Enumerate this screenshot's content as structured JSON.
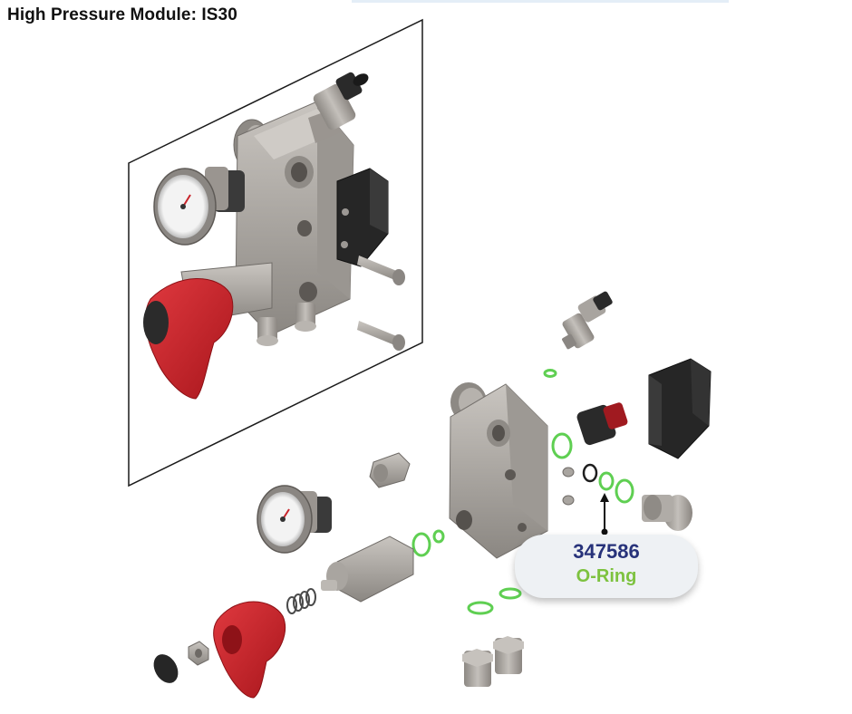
{
  "page": {
    "title": "High Pressure Module: IS30"
  },
  "callout": {
    "part_number": "347586",
    "description": "O-Ring"
  },
  "colors": {
    "steel": "#a9a5a0",
    "steel_dark": "#7d7873",
    "red_handle": "#c8242b",
    "black": "#1e1e1e",
    "oring_green": "#5fcf52",
    "part_number": "#27327a",
    "description": "#7dc23f",
    "callout_bg": "#eef1f4"
  }
}
